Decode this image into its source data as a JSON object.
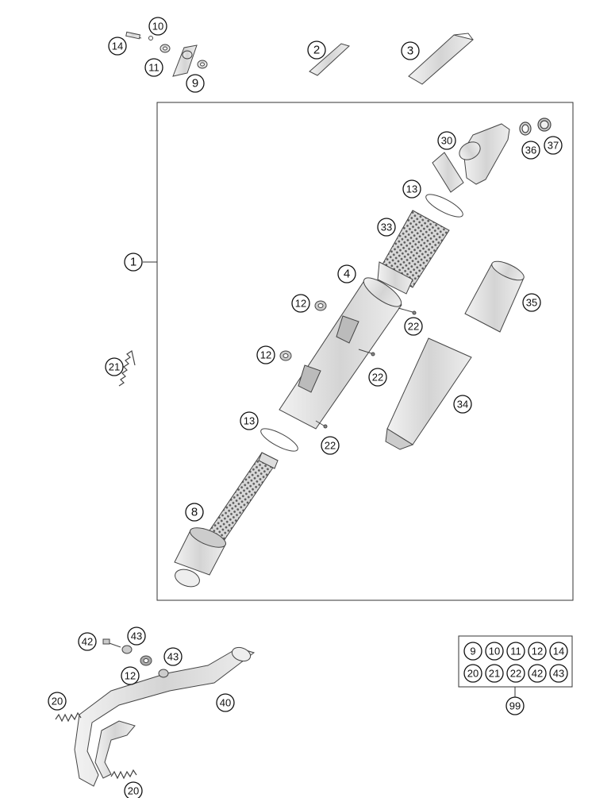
{
  "diagram": {
    "callouts": [
      {
        "id": "c14",
        "label": "14"
      },
      {
        "id": "c10",
        "label": "10"
      },
      {
        "id": "c11",
        "label": "11"
      },
      {
        "id": "c9",
        "label": "9"
      },
      {
        "id": "c2",
        "label": "2"
      },
      {
        "id": "c3",
        "label": "3"
      },
      {
        "id": "c1",
        "label": "1"
      },
      {
        "id": "c30",
        "label": "30"
      },
      {
        "id": "c36",
        "label": "36"
      },
      {
        "id": "c37",
        "label": "37"
      },
      {
        "id": "c13a",
        "label": "13"
      },
      {
        "id": "c33",
        "label": "33"
      },
      {
        "id": "c4",
        "label": "4"
      },
      {
        "id": "c12a",
        "label": "12"
      },
      {
        "id": "c35",
        "label": "35"
      },
      {
        "id": "c22a",
        "label": "22"
      },
      {
        "id": "c12b",
        "label": "12"
      },
      {
        "id": "c22b",
        "label": "22"
      },
      {
        "id": "c21",
        "label": "21"
      },
      {
        "id": "c34",
        "label": "34"
      },
      {
        "id": "c13b",
        "label": "13"
      },
      {
        "id": "c22c",
        "label": "22"
      },
      {
        "id": "c8",
        "label": "8"
      },
      {
        "id": "c42",
        "label": "42"
      },
      {
        "id": "c43a",
        "label": "43"
      },
      {
        "id": "c43b",
        "label": "43"
      },
      {
        "id": "c12c",
        "label": "12"
      },
      {
        "id": "c40",
        "label": "40"
      },
      {
        "id": "c20a",
        "label": "20"
      },
      {
        "id": "c20b",
        "label": "20"
      }
    ],
    "kit": {
      "row1": [
        "9",
        "10",
        "11",
        "12",
        "14"
      ],
      "row2": [
        "20",
        "21",
        "22",
        "42",
        "43"
      ],
      "kit_number": "99"
    }
  }
}
